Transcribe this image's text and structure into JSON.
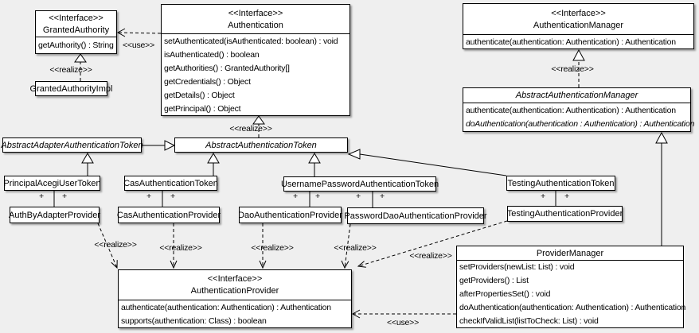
{
  "labels": {
    "realize": "&lt;&lt;realize&gt;&gt;",
    "use": "&lt;&lt;use&gt;&gt;",
    "plus": "+",
    "realize_plain": "<<realize>>",
    "use_plain": "<<use>>"
  },
  "colors": {
    "background": "#efefef",
    "box_fill": "#ffffff",
    "line": "#000000"
  },
  "classes": {
    "granted_authority": {
      "stereotype": "<<Interface>>",
      "name": "GrantedAuthority",
      "methods": [
        "getAuthority() : String"
      ]
    },
    "granted_authority_impl": {
      "name": "GrantedAuthorityImpl"
    },
    "authentication": {
      "stereotype": "<<Interface>>",
      "name": "Authentication",
      "methods": [
        "setAuthenticated(isAuthenticated: boolean) : void",
        "isAuthenticated() : boolean",
        "getAuthorities() : GrantedAuthority[]",
        "getCredentials() : Object",
        "getDetails() : Object",
        "getPrincipal() : Object"
      ]
    },
    "authentication_manager": {
      "stereotype": "<<Interface>>",
      "name": "AuthenticationManager",
      "methods": [
        "authenticate(authentication: Authentication) : Authentication"
      ]
    },
    "abstract_authentication_manager": {
      "name": "AbstractAuthenticationManager",
      "methods": [
        "authenticate(authentication: Authentication) : Authentication",
        "doAuthentication(authentication : Authentication) : Authentication"
      ]
    },
    "abstract_adapter_authentication_token": {
      "name": "AbstractAdapterAuthenticationToken"
    },
    "abstract_authentication_token": {
      "name": "AbstractAuthenticationToken"
    },
    "principal_acegi_user_token": {
      "name": "PrincipalAcegiUserToken"
    },
    "cas_authentication_token": {
      "name": "CasAuthenticationToken"
    },
    "username_password_authentication_token": {
      "name": "UsernamePasswordAuthenticationToken"
    },
    "testing_authentication_token": {
      "name": "TestingAuthenticationToken"
    },
    "auth_by_adapter_provider": {
      "name": "AuthByAdapterProvider"
    },
    "cas_authentication_provider": {
      "name": "CasAuthenticationProvider"
    },
    "dao_authentication_provider": {
      "name": "DaoAuthenticationProvider"
    },
    "password_dao_authentication_provider": {
      "name": "PasswordDaoAuthenticationProvider"
    },
    "testing_authentication_provider": {
      "name": "TestingAuthenticationProvider"
    },
    "authentication_provider": {
      "stereotype": "<<Interface>>",
      "name": "AuthenticationProvider",
      "methods": [
        "authenticate(authentication: Authentication) : Authentication",
        "supports(authentication: Class) : boolean"
      ]
    },
    "provider_manager": {
      "name": "ProviderManager",
      "methods": [
        "setProviders(newList: List) : void",
        "getProviders() : List",
        "afterPropertiesSet() : void",
        "doAuthentication(authentication: Authentication) : Authentication",
        "checkIfValidList(listToCheck: List) : void"
      ]
    }
  }
}
